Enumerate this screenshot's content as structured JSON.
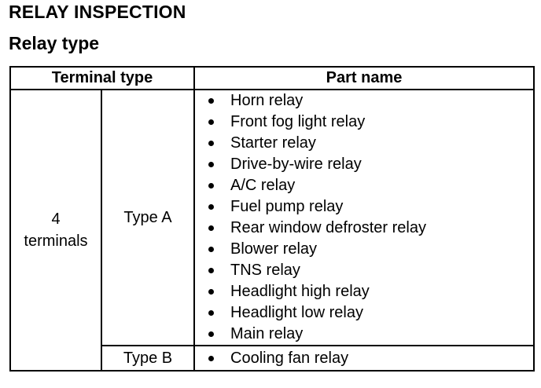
{
  "header": {
    "title": "RELAY INSPECTION",
    "subtitle": "Relay type"
  },
  "table": {
    "columns": {
      "terminal_type": "Terminal type",
      "part_name": "Part name"
    },
    "terminal_count": {
      "line1": "4",
      "line2": "terminals"
    },
    "groups": [
      {
        "type": "Type A",
        "parts": [
          "Horn relay",
          "Front fog light relay",
          "Starter relay",
          "Drive-by-wire relay",
          "A/C relay",
          "Fuel pump relay",
          "Rear window defroster relay",
          "Blower relay",
          "TNS relay",
          "Headlight high relay",
          "Headlight low relay",
          "Main relay"
        ]
      },
      {
        "type": "Type B",
        "parts": [
          "Cooling fan relay"
        ]
      }
    ]
  }
}
